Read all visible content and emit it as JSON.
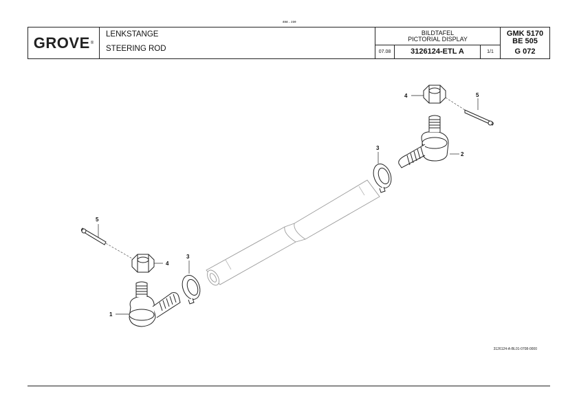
{
  "header": {
    "top_code": "808 - 239",
    "brand": "GROVE",
    "brand_mark": "®",
    "title_de": "LENKSTANGE",
    "title_en": "STEERING ROD",
    "pictorial_de": "BILDTAFEL",
    "pictorial_en": "PICTORIAL DISPLAY",
    "date": "07.08",
    "part_number": "3126124-ETL A",
    "sheet": "1/1",
    "model_1": "GMK 5170",
    "model_2": "BE 505",
    "model_3": "G 072"
  },
  "callouts": {
    "c1": "1",
    "c2": "2",
    "c3_left": "3",
    "c3_right": "3",
    "c4_left": "4",
    "c4_right": "4",
    "c5_left": "5",
    "c5_right": "5"
  },
  "drawing_reference": "3126124-A-BL01-0708-0000"
}
